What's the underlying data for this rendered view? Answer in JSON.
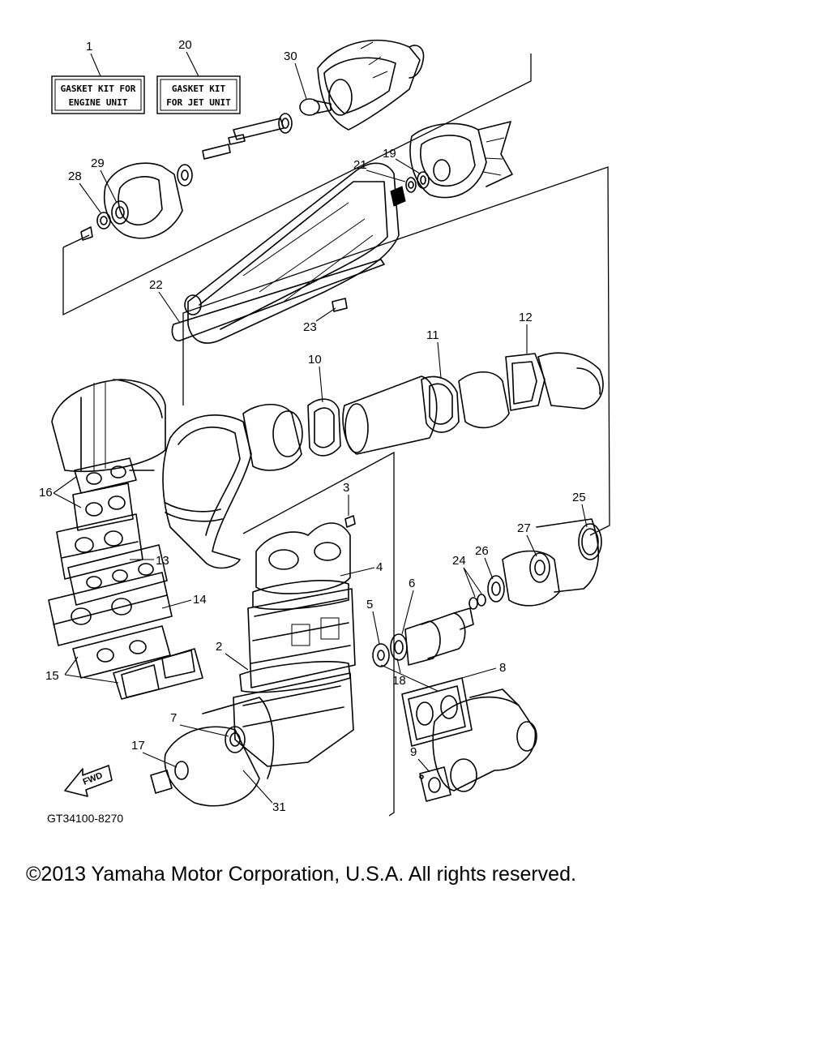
{
  "kits": [
    {
      "number": "1",
      "line1": "GASKET KIT FOR",
      "line2": "ENGINE UNIT"
    },
    {
      "number": "20",
      "line1": "GASKET KIT",
      "line2": "FOR JET UNIT"
    }
  ],
  "callouts": [
    "2",
    "3",
    "4",
    "5",
    "6",
    "7",
    "8",
    "9",
    "10",
    "11",
    "12",
    "13",
    "14",
    "15",
    "16",
    "17",
    "18",
    "19",
    "21",
    "22",
    "23",
    "24",
    "25",
    "26",
    "27",
    "28",
    "29",
    "30",
    "31"
  ],
  "fwd_label": "FWD",
  "diagram_code": "GT34100-8270",
  "copyright": "©2013 Yamaha Motor Corporation, U.S.A. All rights reserved."
}
